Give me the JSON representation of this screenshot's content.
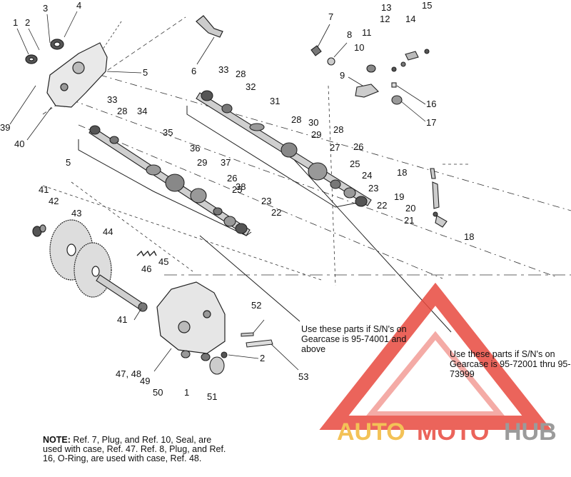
{
  "diagram": {
    "part_numbers": [
      "1",
      "2",
      "3",
      "4",
      "5",
      "6",
      "7",
      "8",
      "9",
      "10",
      "11",
      "12",
      "13",
      "14",
      "15",
      "16",
      "17",
      "18",
      "19",
      "20",
      "21",
      "22",
      "23",
      "24",
      "25",
      "26",
      "27",
      "28",
      "29",
      "30",
      "31",
      "32",
      "33",
      "34",
      "35",
      "36",
      "37",
      "38",
      "39",
      "40",
      "41",
      "42",
      "43",
      "44",
      "45",
      "46",
      "47, 48",
      "49",
      "50",
      "51",
      "52",
      "53"
    ],
    "callout_upper": "Use these parts if S/N's on Gearcase is 95-74001 and above",
    "callout_right": "Use these parts if S/N's on Gearcase is 95-72001 thru 95-73999",
    "note_label": "NOTE:",
    "note_text": "Ref. 7, Plug, and Ref. 10, Seal, are used with case, Ref. 47. Ref. 8, Plug, and Ref. 16, O-Ring, are used with case, Ref. 48."
  },
  "watermark": {
    "word_auto": "AUTO",
    "word_moto": "MOTO",
    "word_hub": "HUB",
    "color_red": "#e84a3f",
    "color_yellow": "#f2b83a",
    "color_gray": "#8a8a8a"
  }
}
